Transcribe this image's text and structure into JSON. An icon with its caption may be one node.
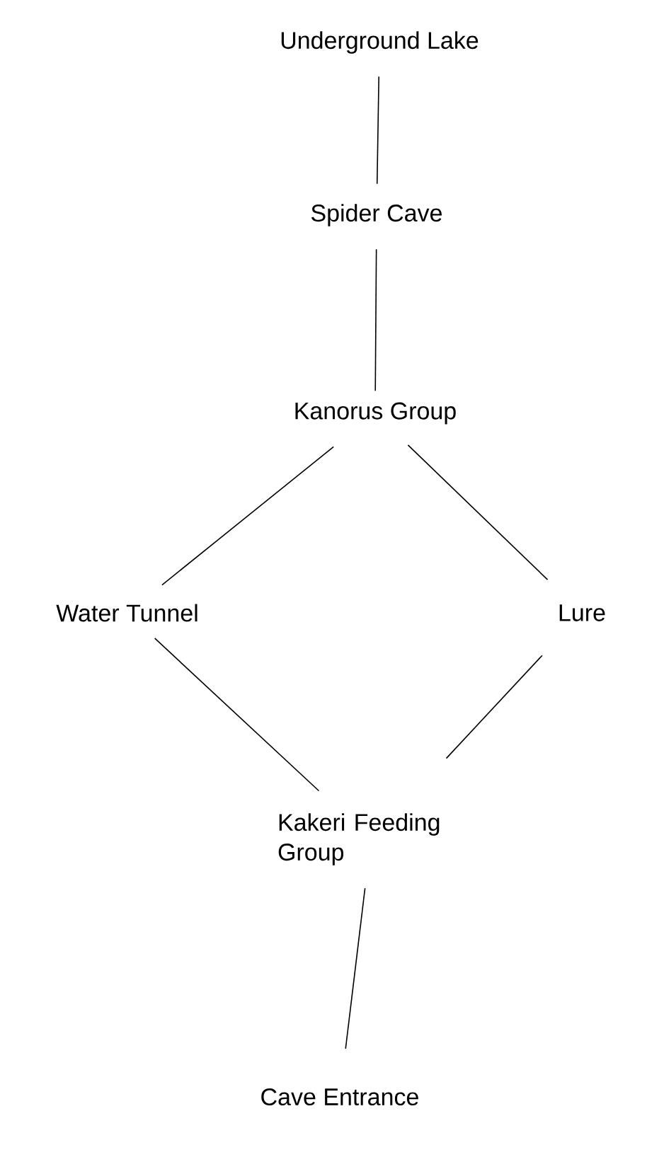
{
  "diagram": {
    "nodes": [
      {
        "text": [
          "Underground Lake"
        ]
      },
      {
        "text": [
          "Spider Cave"
        ]
      },
      {
        "text": [
          "Kanorus Group"
        ]
      },
      {
        "text": [
          "Water Tunnel"
        ]
      },
      {
        "text": [
          "Lure"
        ]
      },
      {
        "text": [
          "Kakeri Feeding Group"
        ]
      },
      {
        "text": [
          "Cave Entrance"
        ]
      }
    ],
    "edges": [
      {
        "from": 0,
        "to": 1,
        "arrow": "none"
      },
      {
        "from": 1,
        "to": 2,
        "arrow": "none"
      },
      {
        "from": 2,
        "to": 3,
        "arrow": "none"
      },
      {
        "from": 2,
        "to": 4,
        "arrow": "none"
      },
      {
        "from": 3,
        "to": 5,
        "arrow": "none"
      },
      {
        "from": 4,
        "to": 5,
        "arrow": "none"
      },
      {
        "from": 5,
        "to": 6,
        "arrow": "none"
      }
    ]
  }
}
